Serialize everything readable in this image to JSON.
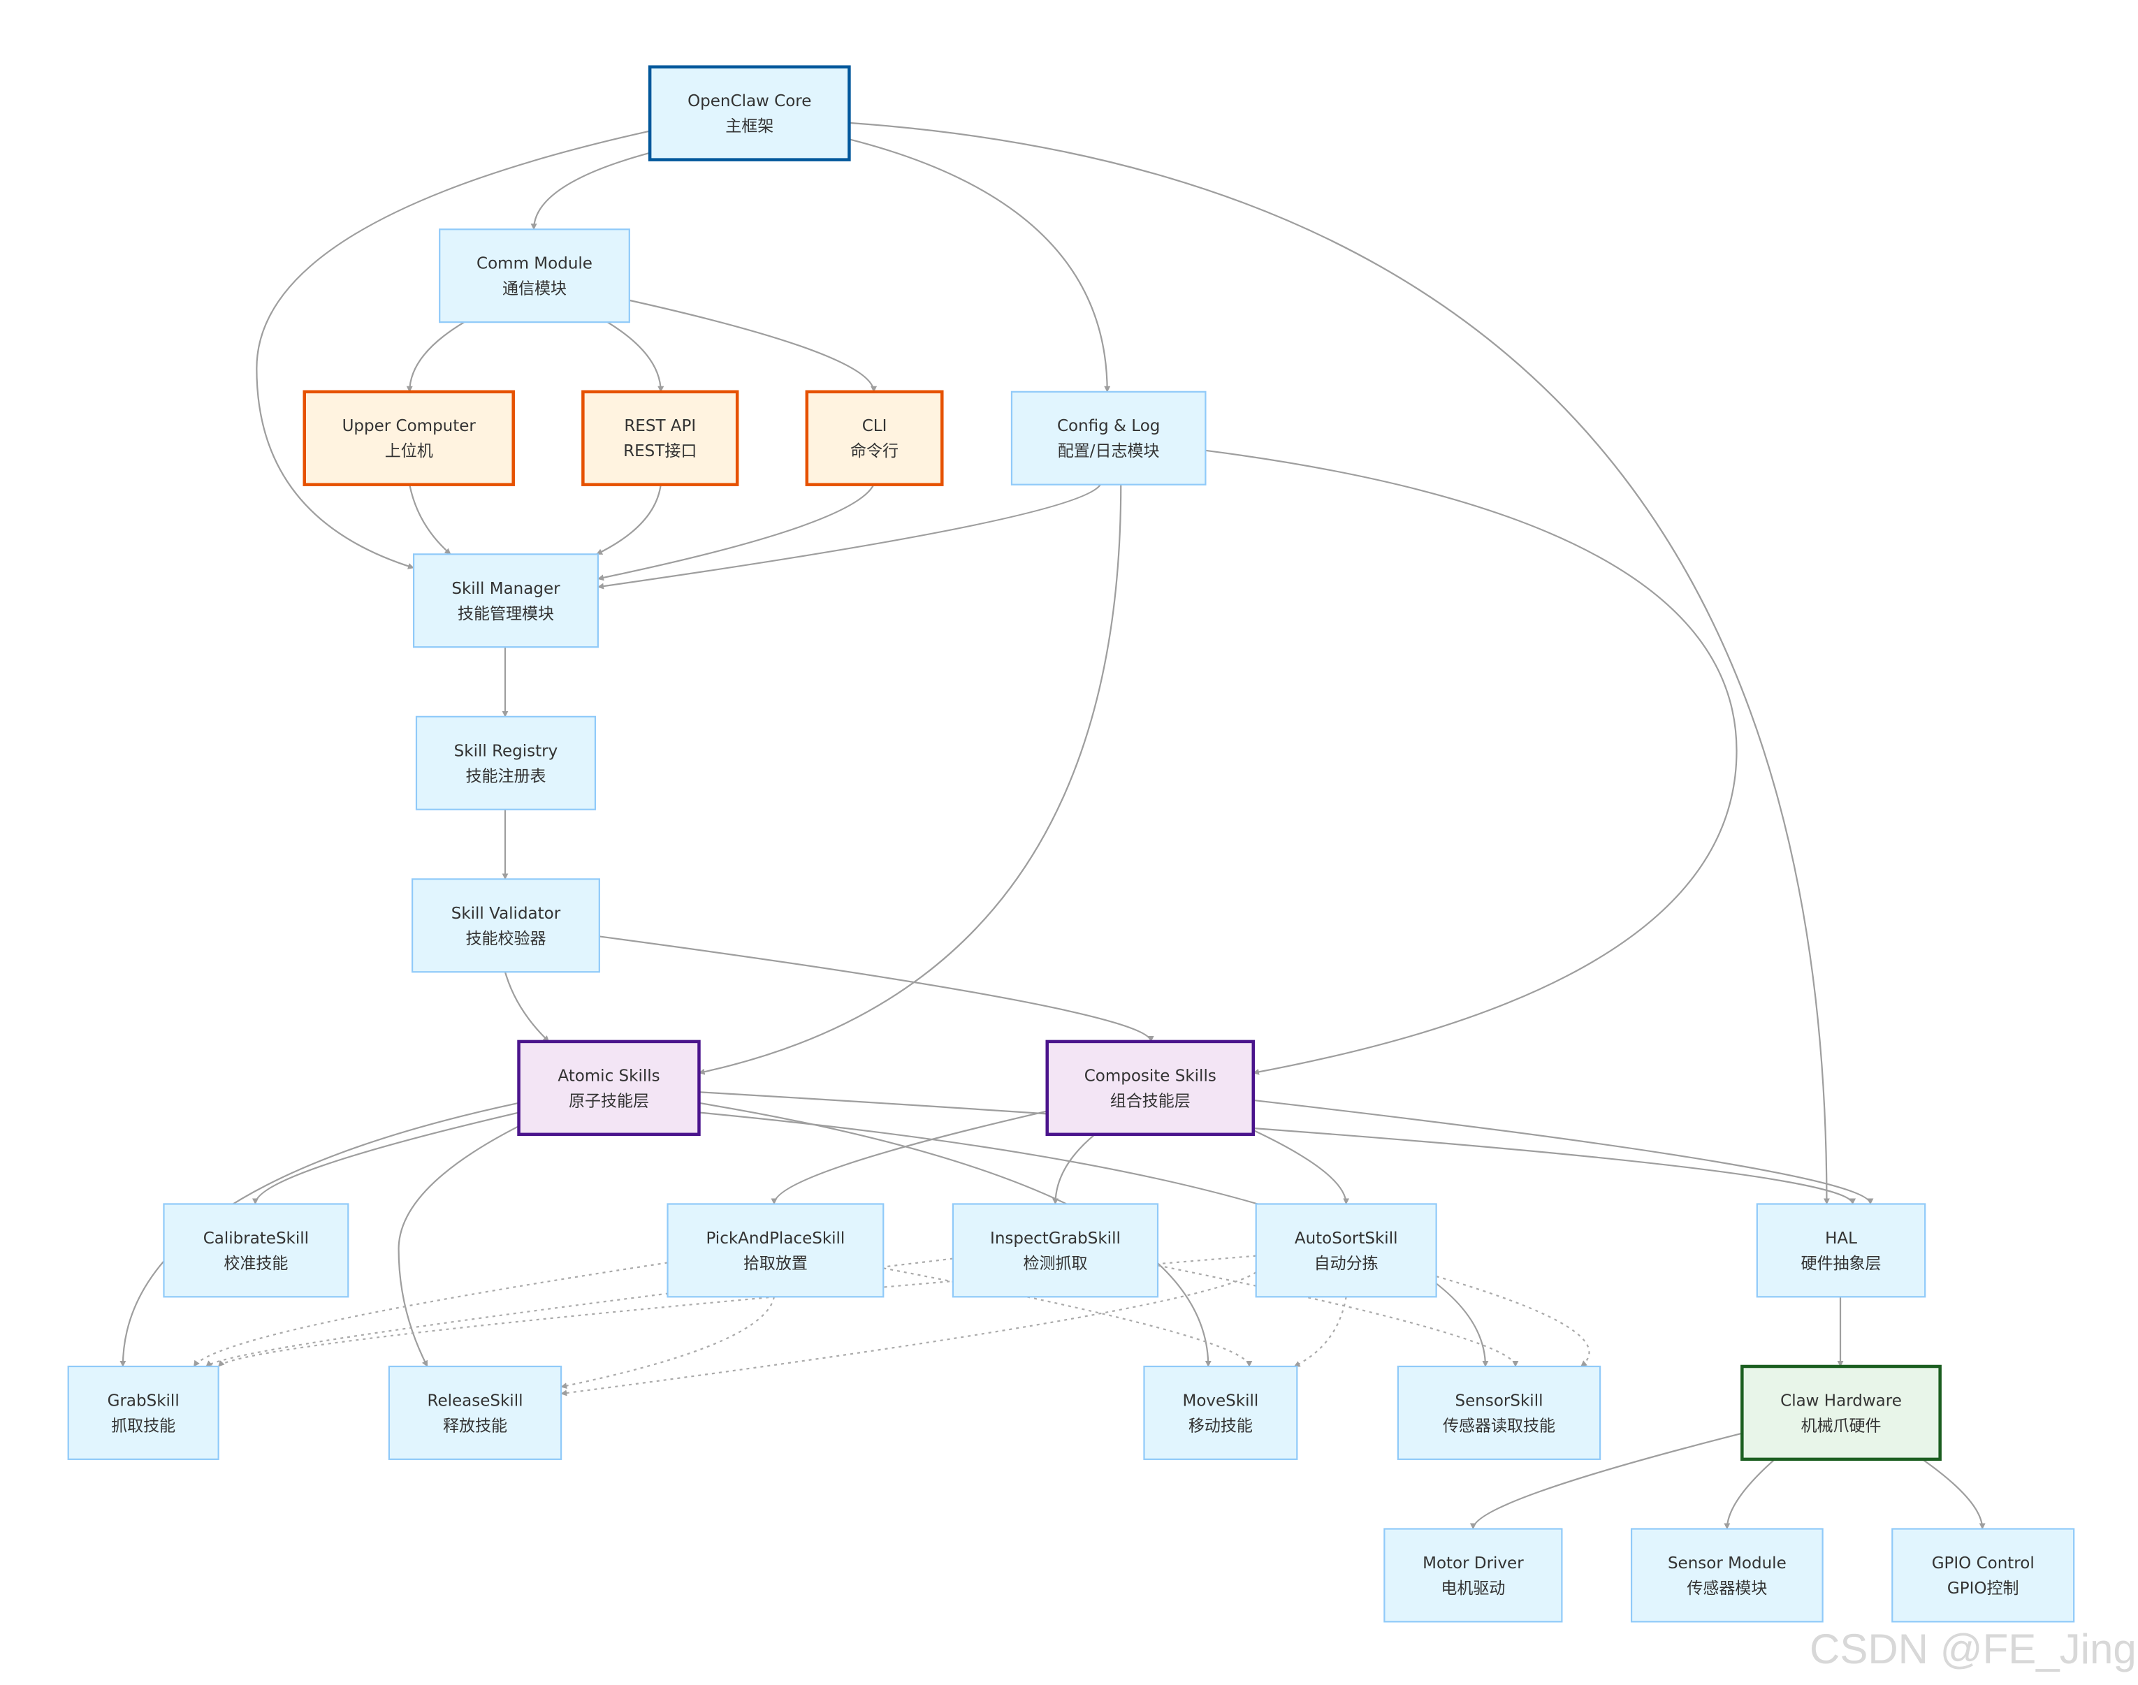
{
  "nodes": [
    {
      "id": "core",
      "line1": "OpenClaw Core",
      "line2": "主框架",
      "style": "core"
    },
    {
      "id": "comm",
      "line1": "Comm Module",
      "line2": "通信模块",
      "style": "default"
    },
    {
      "id": "upper",
      "line1": "Upper Computer",
      "line2": "上位机",
      "style": "iface"
    },
    {
      "id": "rest",
      "line1": "REST API",
      "line2": "REST接口",
      "style": "iface"
    },
    {
      "id": "cli",
      "line1": "CLI",
      "line2": "命令行",
      "style": "iface"
    },
    {
      "id": "config",
      "line1": "Config & Log",
      "line2": "配置/日志模块",
      "style": "default"
    },
    {
      "id": "manager",
      "line1": "Skill Manager",
      "line2": "技能管理模块",
      "style": "default"
    },
    {
      "id": "registry",
      "line1": "Skill Registry",
      "line2": "技能注册表",
      "style": "default"
    },
    {
      "id": "validator",
      "line1": "Skill Validator",
      "line2": "技能校验器",
      "style": "default"
    },
    {
      "id": "atomic",
      "line1": "Atomic Skills",
      "line2": "原子技能层",
      "style": "layer"
    },
    {
      "id": "composite",
      "line1": "Composite Skills",
      "line2": "组合技能层",
      "style": "layer"
    },
    {
      "id": "calibrate",
      "line1": "CalibrateSkill",
      "line2": "校准技能",
      "style": "default"
    },
    {
      "id": "pickplace",
      "line1": "PickAndPlaceSkill",
      "line2": "拾取放置",
      "style": "default"
    },
    {
      "id": "inspect",
      "line1": "InspectGrabSkill",
      "line2": "检测抓取",
      "style": "default"
    },
    {
      "id": "autosort",
      "line1": "AutoSortSkill",
      "line2": "自动分拣",
      "style": "default"
    },
    {
      "id": "hal",
      "line1": "HAL",
      "line2": "硬件抽象层",
      "style": "default"
    },
    {
      "id": "grab",
      "line1": "GrabSkill",
      "line2": "抓取技能",
      "style": "default"
    },
    {
      "id": "release",
      "line1": "ReleaseSkill",
      "line2": "释放技能",
      "style": "default"
    },
    {
      "id": "move",
      "line1": "MoveSkill",
      "line2": "移动技能",
      "style": "default"
    },
    {
      "id": "sensorskill",
      "line1": "SensorSkill",
      "line2": "传感器读取技能",
      "style": "default"
    },
    {
      "id": "claw",
      "line1": "Claw Hardware",
      "line2": "机械爪硬件",
      "style": "hw"
    },
    {
      "id": "motor",
      "line1": "Motor Driver",
      "line2": "电机驱动",
      "style": "default"
    },
    {
      "id": "sensormod",
      "line1": "Sensor Module",
      "line2": "传感器模块",
      "style": "default"
    },
    {
      "id": "gpio",
      "line1": "GPIO Control",
      "line2": "GPIO控制",
      "style": "default"
    }
  ],
  "edges": [
    {
      "from": "core",
      "to": "comm",
      "style": "solid"
    },
    {
      "from": "core",
      "to": "manager",
      "style": "solid"
    },
    {
      "from": "core",
      "to": "config",
      "style": "solid"
    },
    {
      "from": "core",
      "to": "hal",
      "style": "solid"
    },
    {
      "from": "comm",
      "to": "upper",
      "style": "solid"
    },
    {
      "from": "comm",
      "to": "rest",
      "style": "solid"
    },
    {
      "from": "comm",
      "to": "cli",
      "style": "solid"
    },
    {
      "from": "upper",
      "to": "manager",
      "style": "solid"
    },
    {
      "from": "rest",
      "to": "manager",
      "style": "solid"
    },
    {
      "from": "cli",
      "to": "manager",
      "style": "solid"
    },
    {
      "from": "config",
      "to": "manager",
      "style": "solid"
    },
    {
      "from": "config",
      "to": "atomic",
      "style": "solid"
    },
    {
      "from": "config",
      "to": "composite",
      "style": "solid"
    },
    {
      "from": "manager",
      "to": "registry",
      "style": "solid"
    },
    {
      "from": "registry",
      "to": "validator",
      "style": "solid"
    },
    {
      "from": "validator",
      "to": "atomic",
      "style": "solid"
    },
    {
      "from": "validator",
      "to": "composite",
      "style": "solid"
    },
    {
      "from": "atomic",
      "to": "grab",
      "style": "solid"
    },
    {
      "from": "atomic",
      "to": "calibrate",
      "style": "solid"
    },
    {
      "from": "atomic",
      "to": "release",
      "style": "solid"
    },
    {
      "from": "atomic",
      "to": "move",
      "style": "solid"
    },
    {
      "from": "atomic",
      "to": "sensorskill",
      "style": "solid"
    },
    {
      "from": "atomic",
      "to": "hal",
      "style": "solid"
    },
    {
      "from": "composite",
      "to": "pickplace",
      "style": "solid"
    },
    {
      "from": "composite",
      "to": "inspect",
      "style": "solid"
    },
    {
      "from": "composite",
      "to": "autosort",
      "style": "solid"
    },
    {
      "from": "composite",
      "to": "hal",
      "style": "solid"
    },
    {
      "from": "pickplace",
      "to": "grab",
      "style": "dotted"
    },
    {
      "from": "pickplace",
      "to": "release",
      "style": "dotted"
    },
    {
      "from": "pickplace",
      "to": "move",
      "style": "dotted"
    },
    {
      "from": "inspect",
      "to": "grab",
      "style": "dotted"
    },
    {
      "from": "inspect",
      "to": "sensorskill",
      "style": "dotted"
    },
    {
      "from": "autosort",
      "to": "grab",
      "style": "dotted"
    },
    {
      "from": "autosort",
      "to": "release",
      "style": "dotted"
    },
    {
      "from": "autosort",
      "to": "move",
      "style": "dotted"
    },
    {
      "from": "autosort",
      "to": "sensorskill",
      "style": "dotted"
    },
    {
      "from": "hal",
      "to": "claw",
      "style": "solid"
    },
    {
      "from": "claw",
      "to": "motor",
      "style": "solid"
    },
    {
      "from": "claw",
      "to": "sensormod",
      "style": "solid"
    },
    {
      "from": "claw",
      "to": "gpio",
      "style": "solid"
    }
  ],
  "watermark": "CSDN @FE_Jinger"
}
